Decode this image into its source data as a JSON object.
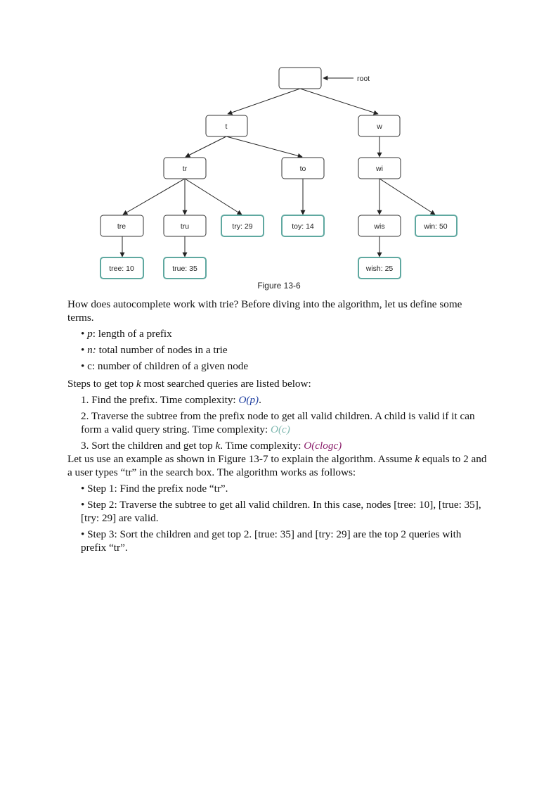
{
  "figure": {
    "root_label": "root",
    "nodes": {
      "t": "t",
      "w": "w",
      "tr": "tr",
      "to": "to",
      "wi": "wi",
      "tre": "tre",
      "tru": "tru",
      "try": "try: 29",
      "toy": "toy: 14",
      "wis": "wis",
      "win": "win: 50",
      "tree": "tree: 10",
      "true": "true: 35",
      "wish": "wish: 25"
    },
    "caption": "Figure 13-6",
    "colors": {
      "terminal_border": "#5fa8a0",
      "node_border": "#333333"
    }
  },
  "body": {
    "intro_1": "How does autocomplete work with trie? Before diving into the algorithm, let us define some terms.",
    "defs": [
      {
        "sym": "p",
        "text": ": length of a prefix"
      },
      {
        "sym": "n:",
        "text": " total number of nodes in a trie"
      },
      {
        "sym": "c",
        "text": ": number of children of a given node"
      }
    ],
    "steps_intro_a": "Steps to get top ",
    "steps_intro_k": "k",
    "steps_intro_b": " most searched queries are listed below:",
    "step1_text": "1. Find the prefix. Time complexity: ",
    "step1_cx": "O(p)",
    "step1_end": ".",
    "step2_text": "2. Traverse the subtree from the prefix node to get all valid children. A child is valid if it can form a valid query string. Time complexity: ",
    "step2_cx": "O(c)",
    "step3_text_a": "3. Sort the children and get top ",
    "step3_k": "k",
    "step3_text_b": ". Time complexity: ",
    "step3_cx": "O(clogc)",
    "example_a": "Let us use an example as shown in Figure 13-7 to explain the algorithm. Assume ",
    "example_k": "k",
    "example_b": " equals to 2 and a user types “tr” in the search box. The algorithm works as follows:",
    "ex_step1": "• Step 1: Find the prefix node “tr”.",
    "ex_step2": "• Step 2: Traverse the subtree to get all valid children. In this case, nodes [tree: 10], [true: 35], [try: 29] are valid.",
    "ex_step3": "• Step 3: Sort the children and get top 2. [true: 35] and [try: 29] are the top 2 queries with prefix “tr”."
  }
}
